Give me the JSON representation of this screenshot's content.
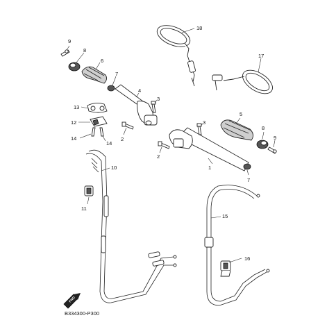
{
  "callouts": {
    "c1": "1",
    "c2a": "2",
    "c2b": "2",
    "c3a": "3",
    "c3b": "3",
    "c4": "4",
    "c5": "5",
    "c6": "6",
    "c7a": "7",
    "c7b": "7",
    "c8a": "8",
    "c8b": "8",
    "c9a": "9",
    "c9b": "9",
    "c10": "10",
    "c11": "11",
    "c12": "12",
    "c13": "13",
    "c14a": "14",
    "c14b": "14",
    "c15": "15",
    "c16": "16",
    "c17": "17",
    "c18": "18"
  },
  "front_marker": "FWD",
  "catalog_code": "B334300-P300"
}
